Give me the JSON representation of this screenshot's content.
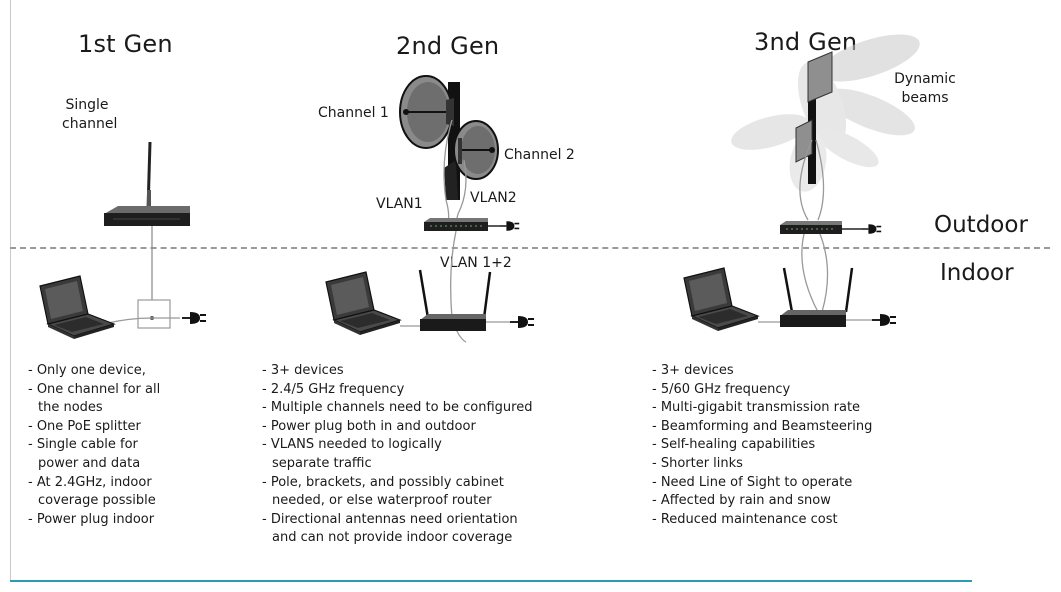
{
  "columns": [
    {
      "header": "1st Gen",
      "label": "Single\nchannel",
      "bullets": [
        "- Only one device,",
        "- One channel for all",
        "  the nodes",
        "- One PoE splitter",
        "- Single cable for",
        "  power and data",
        "- At 2.4GHz, indoor",
        "  coverage possible",
        "- Power plug indoor"
      ]
    },
    {
      "header": "2nd Gen",
      "channel1": "Channel 1",
      "channel2": "Channel 2",
      "vlan1": "VLAN1",
      "vlan2": "VLAN2",
      "vlan12": "VLAN 1+2",
      "bullets": [
        "- 3+ devices",
        "- 2.4/5 GHz frequency",
        "- Multiple channels need to be configured",
        "- Power plug both in and outdoor",
        "- VLANS needed to logically",
        "  separate traffic",
        "- Pole, brackets, and possibly cabinet",
        "  needed, or else waterproof router",
        "- Directional antennas need orientation",
        "  and can not provide indoor coverage"
      ]
    },
    {
      "header": "3nd Gen",
      "label": "Dynamic\nbeams",
      "bullets": [
        "- 3+ devices",
        "- 5/60 GHz frequency",
        "- Multi-gigabit transmission rate",
        "- Beamforming and Beamsteering",
        "- Self-healing capabilities",
        "- Shorter links",
        "- Need Line of Sight to operate",
        "- Affected by rain and snow",
        "- Reduced maintenance cost"
      ]
    }
  ],
  "zones": {
    "outdoor": "Outdoor",
    "indoor": "Indoor"
  }
}
